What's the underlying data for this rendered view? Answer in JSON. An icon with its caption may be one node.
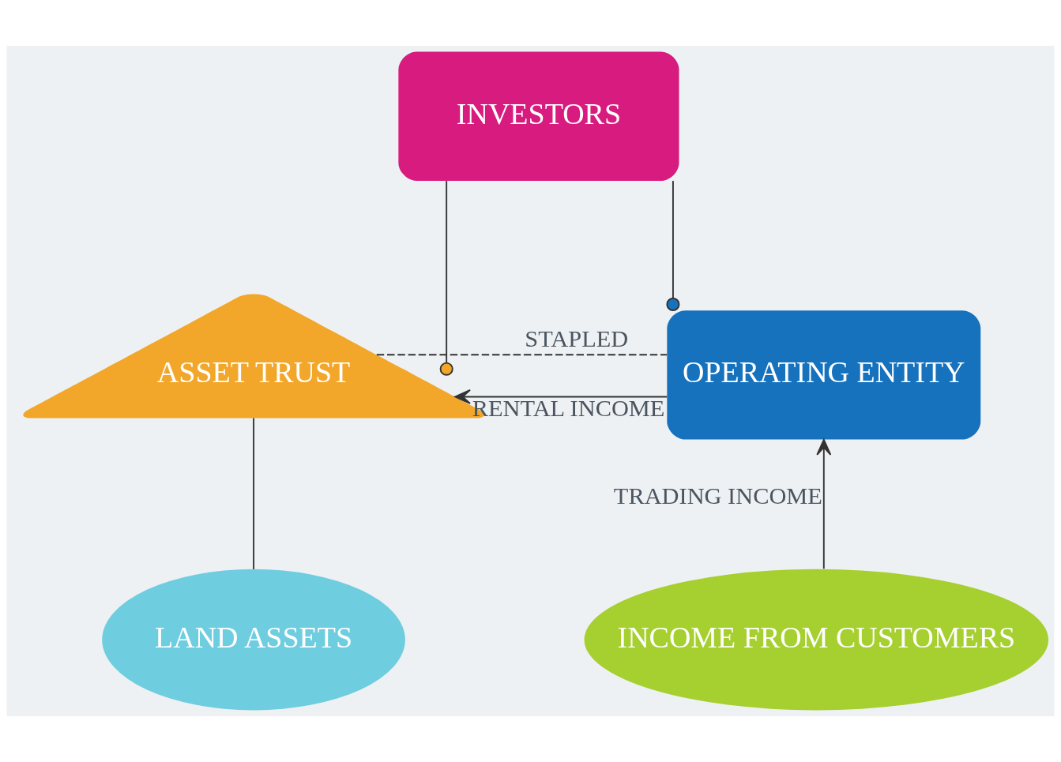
{
  "diagram": {
    "nodes": [
      {
        "text": [
          "INVESTORS"
        ]
      },
      {
        "text": [
          "ASSET TRUST"
        ]
      },
      {
        "text": [
          "OPERATING ENTITY"
        ]
      },
      {
        "text": [
          "LAND ASSETS"
        ]
      },
      {
        "text": [
          "INCOME FROM CUSTOMERS"
        ]
      }
    ],
    "edges": [
      {
        "from": 0,
        "to": 1,
        "arrow": "other"
      },
      {
        "from": 0,
        "to": 2,
        "arrow": "other"
      },
      {
        "from": 1,
        "to": 2,
        "arrow": "none",
        "label": "STAPLED",
        "style": "dashed"
      },
      {
        "from": 2,
        "to": 1,
        "arrow": "to",
        "label": "RENTAL INCOME"
      },
      {
        "from": 1,
        "to": 3,
        "arrow": "none"
      },
      {
        "from": 4,
        "to": 2,
        "arrow": "to",
        "label": "TRADING INCOME"
      }
    ]
  }
}
